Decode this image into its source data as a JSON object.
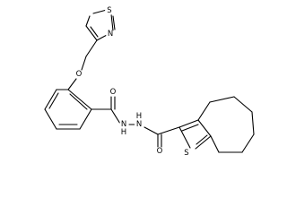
{
  "atoms": [
    {
      "id": "S1",
      "symbol": "S",
      "color": "#000000"
    },
    {
      "id": "N1",
      "symbol": "N",
      "color": "#000000"
    },
    {
      "id": "O1",
      "symbol": "O",
      "color": "#000000"
    },
    {
      "id": "O2",
      "symbol": "O",
      "color": "#000000"
    },
    {
      "id": "N2",
      "symbol": "N",
      "color": "#000000"
    },
    {
      "id": "H2",
      "symbol": "H",
      "color": "#000000"
    },
    {
      "id": "N3",
      "symbol": "N",
      "color": "#000000"
    },
    {
      "id": "H3",
      "symbol": "H",
      "color": "#000000"
    },
    {
      "id": "O3",
      "symbol": "O",
      "color": "#000000"
    },
    {
      "id": "S2",
      "symbol": "S",
      "color": "#000000"
    }
  ]
}
